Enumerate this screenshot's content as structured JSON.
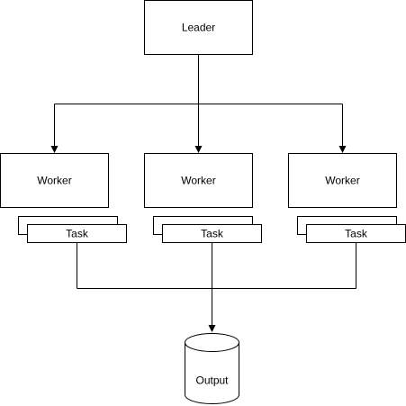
{
  "leader": {
    "label": "Leader"
  },
  "workers": [
    {
      "label": "Worker",
      "task_label": "Task"
    },
    {
      "label": "Worker",
      "task_label": "Task"
    },
    {
      "label": "Worker",
      "task_label": "Task"
    }
  ],
  "output": {
    "label": "Output"
  },
  "colors": {
    "stroke": "#000000",
    "fill": "#ffffff",
    "text": "#000000"
  }
}
